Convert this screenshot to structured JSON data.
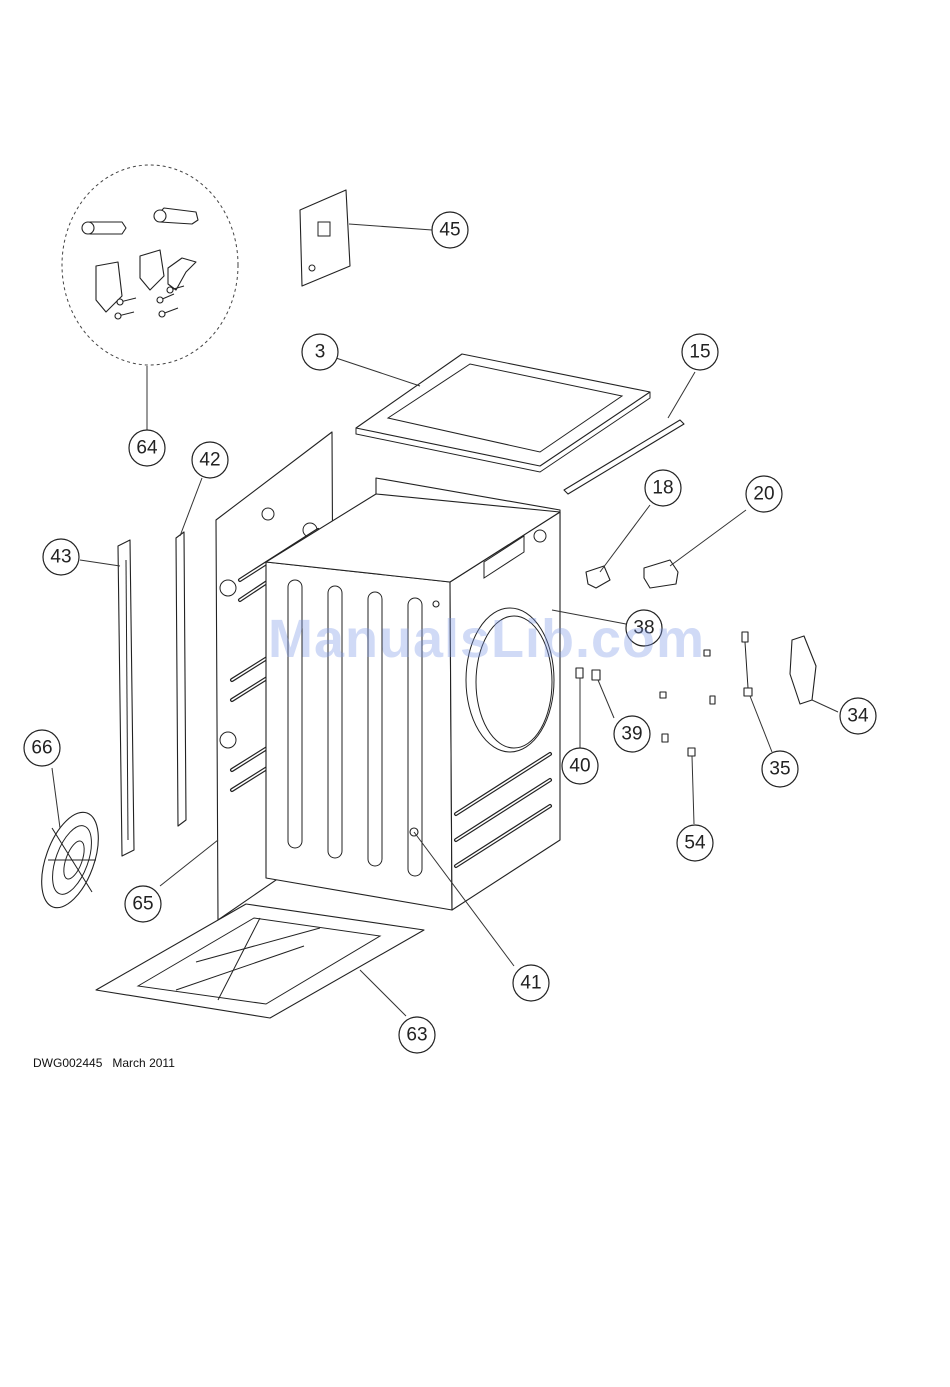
{
  "drawing_number": "DWG002445",
  "drawing_date": "March 2011",
  "watermark": "ManualsLib.com",
  "callouts": [
    "45",
    "3",
    "15",
    "64",
    "42",
    "18",
    "20",
    "43",
    "38",
    "34",
    "39",
    "40",
    "35",
    "66",
    "54",
    "65",
    "41",
    "63"
  ]
}
